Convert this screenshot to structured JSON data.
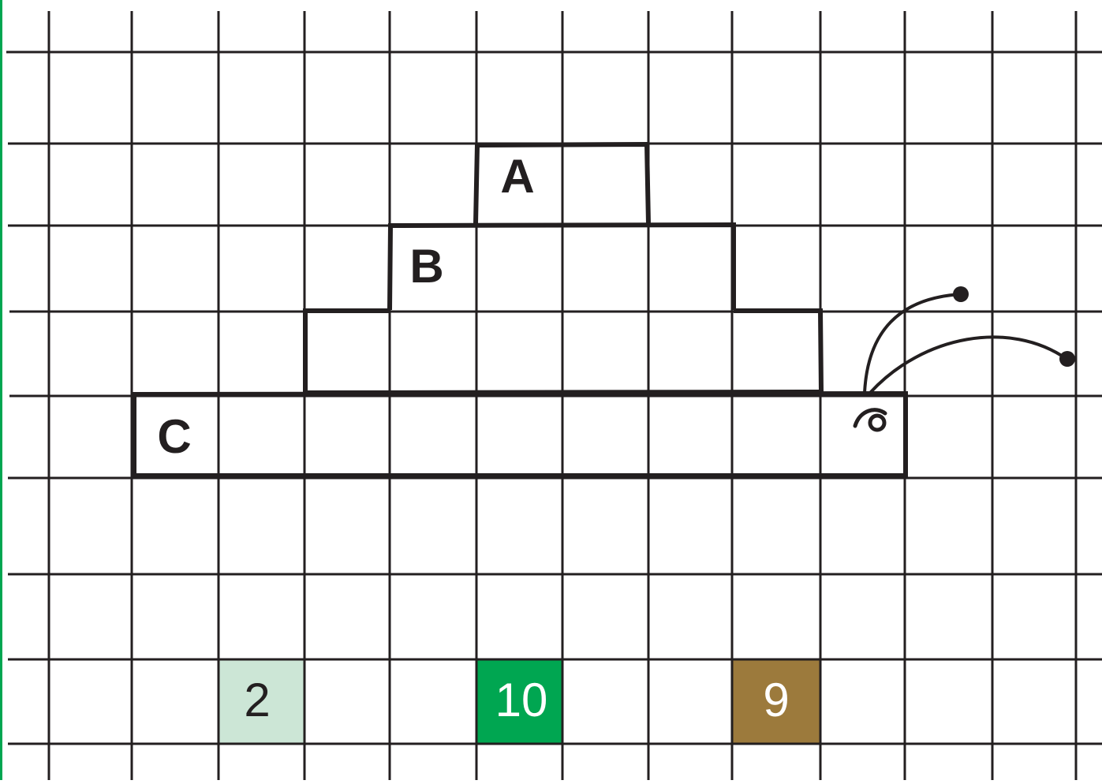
{
  "labels": {
    "a": "A",
    "b": "B",
    "c": "C"
  },
  "number_cells": [
    {
      "value": "2",
      "fill": "#cce6d6",
      "text_color": "#231f20"
    },
    {
      "value": "10",
      "fill": "#00a651",
      "text_color": "#ffffff"
    },
    {
      "value": "9",
      "fill": "#9c7a3c",
      "text_color": "#ffffff"
    }
  ],
  "colors": {
    "grid_line": "#231f20",
    "outline": "#231f20",
    "left_edge_accent": "#00a651"
  },
  "icons": {
    "snail": "snail-icon"
  }
}
